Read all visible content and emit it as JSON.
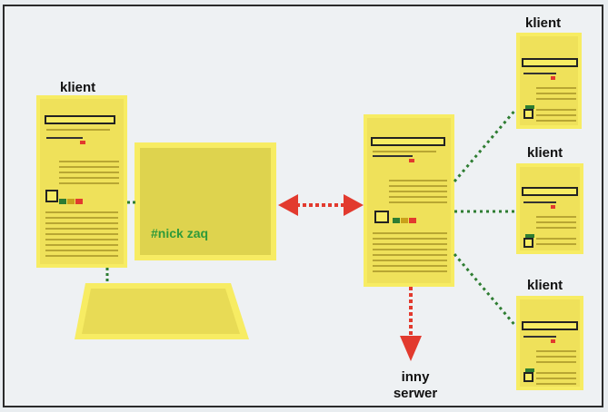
{
  "labels": {
    "client": "klient",
    "nick": "#nick zaq",
    "other_server_line1": "inny",
    "other_server_line2": "serwer"
  },
  "colors": {
    "document_yellow": "#f7ec63",
    "connection_green": "#2e7d32",
    "connection_red": "#e23a2e",
    "nick_green": "#2e9a3a"
  }
}
